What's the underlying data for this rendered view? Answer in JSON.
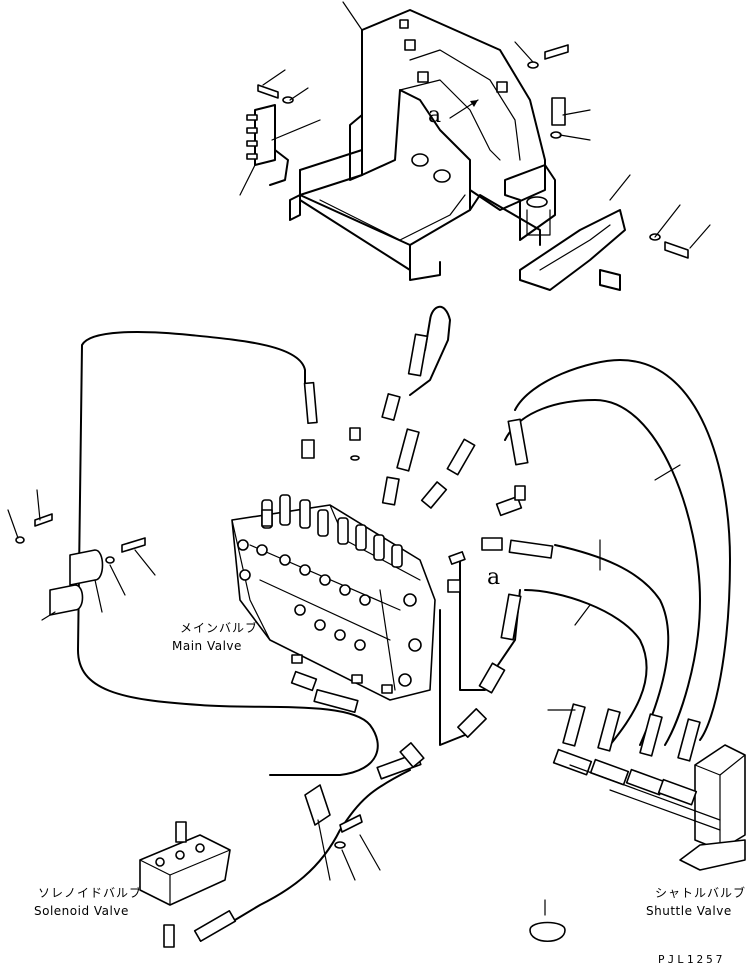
{
  "labels": {
    "main_valve_jp": "メインバルブ",
    "main_valve_en": "Main Valve",
    "solenoid_valve_jp": "ソレノイドバルブ",
    "solenoid_valve_en": "Solenoid Valve",
    "shuttle_valve_jp": "シャトルバルブ",
    "shuttle_valve_en": "Shuttle Valve",
    "view_mark_top": "a",
    "view_mark_mid": "a",
    "drawing_no": "PJL1257"
  }
}
